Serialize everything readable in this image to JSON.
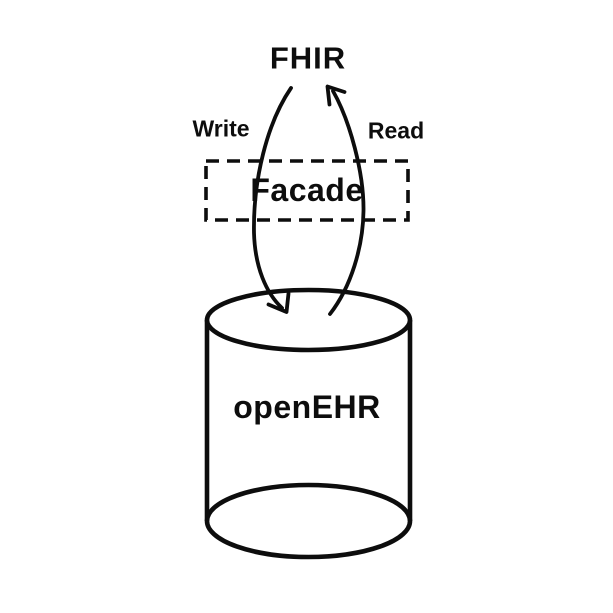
{
  "diagram": {
    "background_color": "#ffffff",
    "line_color": "#0d0d0d",
    "nodes": {
      "fhir": {
        "label": "FHIR"
      },
      "facade": {
        "label": "Facade",
        "border_style": "dashed"
      },
      "openehr": {
        "label": "openEHR",
        "shape": "cylinder"
      }
    },
    "edges": {
      "write": {
        "label": "Write",
        "from": "FHIR",
        "to": "openEHR"
      },
      "read": {
        "label": "Read",
        "from": "openEHR",
        "to": "FHIR"
      }
    }
  }
}
